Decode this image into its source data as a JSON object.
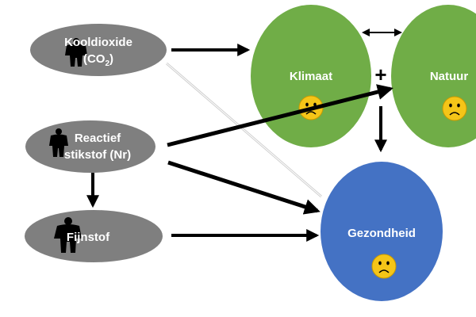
{
  "sources": [
    {
      "id": "co2",
      "label_line1": "Kooldioxide",
      "label_line2_prefix": "(CO",
      "label_line2_sub": "2",
      "label_line2_suffix": ")"
    },
    {
      "id": "nr",
      "label_line1": "Reactief",
      "label_line2": "stikstof (Nr)"
    },
    {
      "id": "fijnstof",
      "label_line1": "Fijnstof"
    }
  ],
  "targets": {
    "klimaat": {
      "label": "Klimaat",
      "mood": "sad-face-icon"
    },
    "natuur": {
      "label": "Natuur",
      "mood": "sad-face-icon"
    },
    "gezondheid": {
      "label": "Gezondheid",
      "mood": "sad-face-icon"
    }
  },
  "plus_sign": "+",
  "colors": {
    "source_fill": "#7f7f7f",
    "green": "#70ad47",
    "blue": "#4472c4",
    "arrow": "#000000",
    "face": "#f5c518",
    "face_stroke": "#c99a00"
  },
  "icons": {
    "polluter": "person-silhouette-icon",
    "face": "sad-face-icon"
  }
}
